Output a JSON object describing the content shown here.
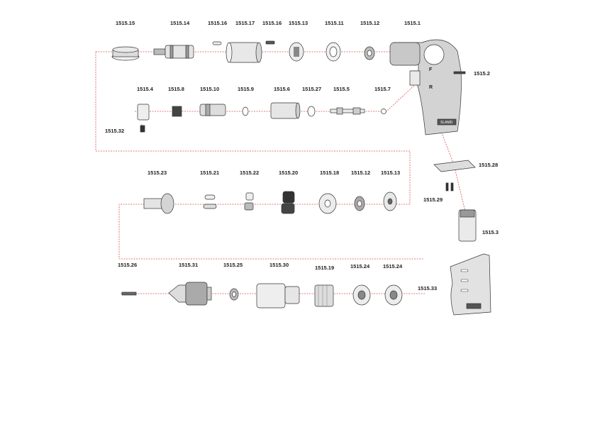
{
  "colors": {
    "leader": "#d9534f",
    "outline": "#333333"
  },
  "labels": {
    "p1515_15": "1515.15",
    "p1515_14": "1515.14",
    "p1515_16a": "1515.16",
    "p1515_17": "1515.17",
    "p1515_16b": "1515.16",
    "p1515_13a": "1515.13",
    "p1515_11": "1515.11",
    "p1515_12a": "1515.12",
    "p1515_1": "1515.1",
    "p1515_2": "1515.2",
    "p1515_4": "1515.4",
    "p1515_8": "1515.8",
    "p1515_10": "1515.10",
    "p1515_9": "1515.9",
    "p1515_6": "1515.6",
    "p1515_27": "1515.27",
    "p1515_5": "1515.5",
    "p1515_7": "1515.7",
    "p1515_32": "1515.32",
    "p1515_28": "1515.28",
    "p1515_23": "1515.23",
    "p1515_21": "1515.21",
    "p1515_22": "1515.22",
    "p1515_20": "1515.20",
    "p1515_18": "1515.18",
    "p1515_12b": "1515.12",
    "p1515_13b": "1515.13",
    "p1515_29": "1515.29",
    "p1515_3": "1515.3",
    "p1515_26": "1515.26",
    "p1515_31": "1515.31",
    "p1515_25": "1515.25",
    "p1515_30": "1515.30",
    "p1515_19": "1515.19",
    "p1515_24a": "1515.24",
    "p1515_24b": "1515.24",
    "p1515_33": "1515.33"
  },
  "marks": {
    "forward": "F",
    "reverse": "R",
    "brand_plate": "SLAMD"
  }
}
